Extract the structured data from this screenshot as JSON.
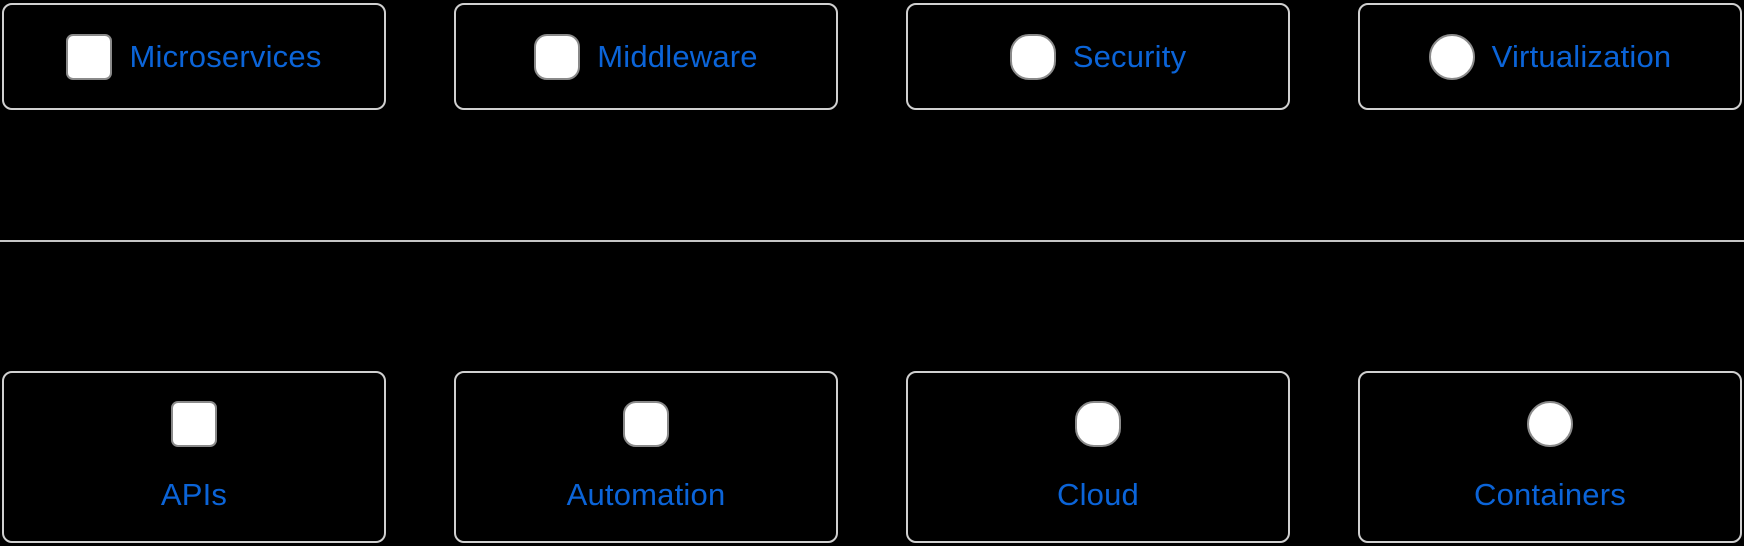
{
  "colors": {
    "background": "#000000",
    "tile_border": "#d0d0d0",
    "divider": "#c6c6c6",
    "label_blue": "#0b64d8",
    "control_fill": "#ffffff",
    "control_border": "#8a8a8a"
  },
  "rows": [
    {
      "name": "horizontal-tiles",
      "tiles": [
        {
          "label": "Microservices",
          "control": "checkbox",
          "icon": "checkbox-square-icon",
          "checked": false
        },
        {
          "label": "Middleware",
          "control": "checkbox",
          "icon": "checkbox-rounded-icon",
          "checked": false
        },
        {
          "label": "Security",
          "control": "checkbox",
          "icon": "checkbox-squircle-icon",
          "checked": false
        },
        {
          "label": "Virtualization",
          "control": "radio",
          "icon": "radio-circle-icon",
          "checked": false
        }
      ]
    },
    {
      "name": "vertical-tiles",
      "tiles": [
        {
          "label": "APIs",
          "control": "checkbox",
          "icon": "checkbox-square-icon",
          "checked": false
        },
        {
          "label": "Automation",
          "control": "checkbox",
          "icon": "checkbox-rounded-icon",
          "checked": false
        },
        {
          "label": "Cloud",
          "control": "checkbox",
          "icon": "checkbox-squircle-icon",
          "checked": false
        },
        {
          "label": "Containers",
          "control": "radio",
          "icon": "radio-circle-icon",
          "checked": false
        }
      ]
    }
  ]
}
